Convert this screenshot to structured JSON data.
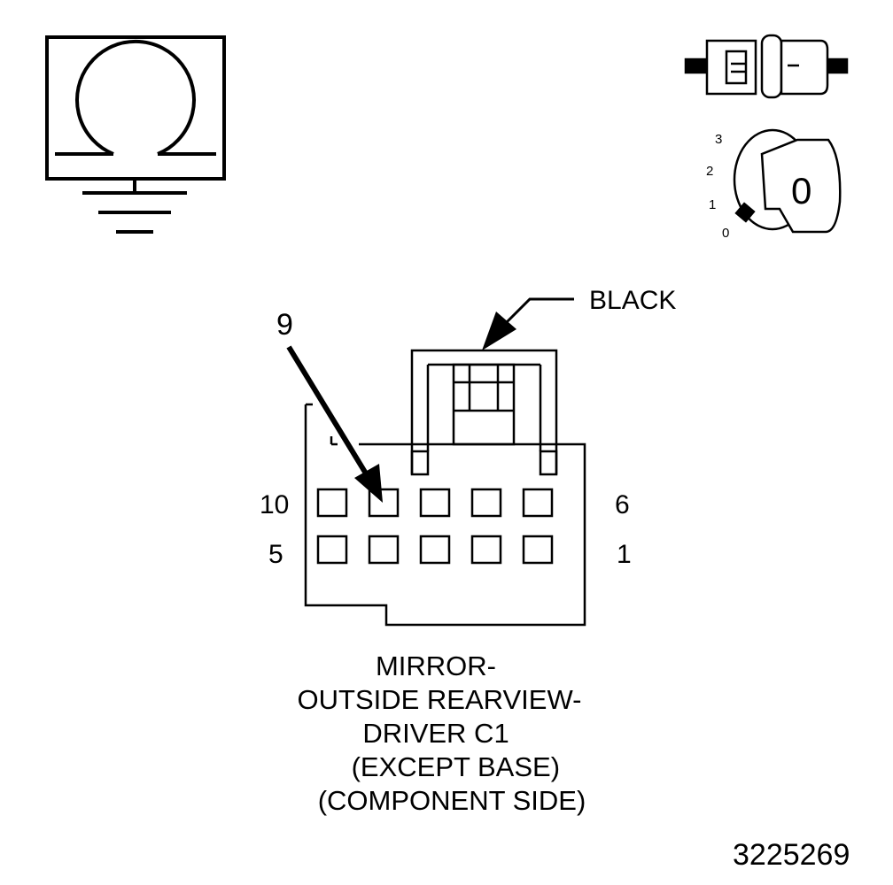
{
  "symbols": {
    "ohmmeter": "ohm-meter-icon",
    "connector_disconnected": "disconnected-connector-icon",
    "ignition": "ignition-key-icon"
  },
  "ignition": {
    "positions": [
      "3",
      "2",
      "1",
      "0"
    ],
    "key_label": "0"
  },
  "connector": {
    "color_label": "BLACK",
    "callout_pin": "9",
    "row_labels": {
      "top_left": "10",
      "top_right": "6",
      "bottom_left": "5",
      "bottom_right": "1"
    },
    "caption": [
      "MIRROR-",
      "OUTSIDE REARVIEW-",
      "DRIVER C1",
      " (EXCEPT BASE)",
      "(COMPONENT SIDE)"
    ]
  },
  "figure_number": "3225269"
}
